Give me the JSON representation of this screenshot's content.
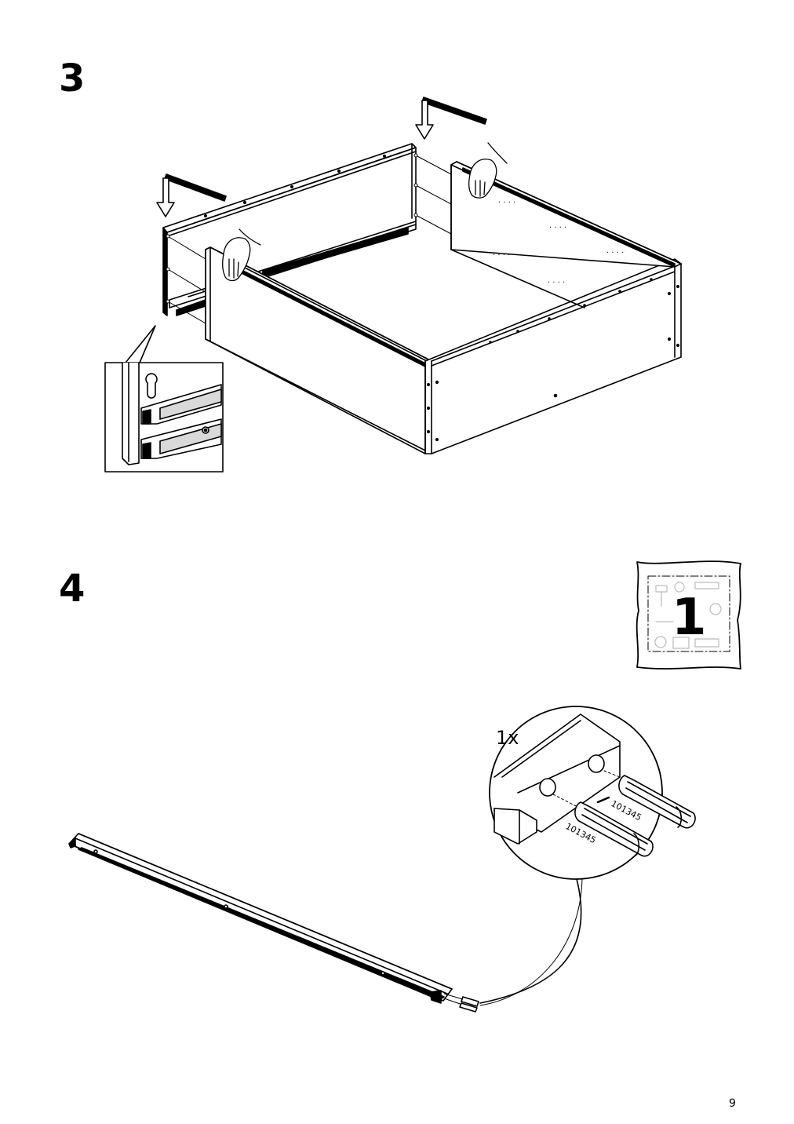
{
  "steps": [
    {
      "number": "3"
    },
    {
      "number": "4"
    }
  ],
  "step4": {
    "fitting_bag": {
      "number": "1"
    },
    "detail": {
      "quantity": "1x",
      "part_number_a": "101345",
      "part_number_b": "101345"
    }
  },
  "page": {
    "number": "9"
  },
  "icons": [
    "down-arrow-icon",
    "hand-icon",
    "fitting-bag-icon",
    "dowel-icon",
    "keyhole-icon"
  ]
}
